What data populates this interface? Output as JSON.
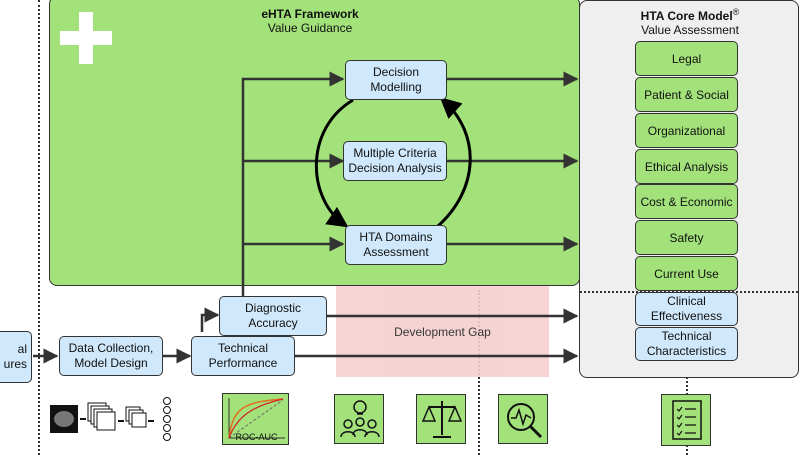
{
  "ehta": {
    "title": "eHTA Framework",
    "subtitle": "Value Guidance"
  },
  "core": {
    "title": "HTA Core Model",
    "reg": "®",
    "subtitle": "Value Assessment",
    "items": [
      "Legal",
      "Patient & Social",
      "Organizational",
      "Ethical Analysis",
      "Cost & Economic",
      "Safety",
      "Current Use"
    ],
    "lower_items": [
      {
        "line1": "Clinical",
        "line2": "Effectiveness"
      },
      {
        "line1": "Technical",
        "line2": "Characteristics"
      }
    ]
  },
  "center": {
    "decision_modelling": {
      "line1": "Decision",
      "line2": "Modelling"
    },
    "mcda": {
      "line1": "Multiple Criteria",
      "line2": "Decision Analysis"
    },
    "hta_domains": {
      "line1": "HTA Domains",
      "line2": "Assessment"
    }
  },
  "left_label": {
    "line1": "al",
    "line2": "ures"
  },
  "pipeline": {
    "data_collection": {
      "line1": "Data Collection,",
      "line2": "Model Design"
    },
    "technical_performance": {
      "line1": "Technical",
      "line2": "Performance"
    },
    "diagnostic_accuracy": {
      "line1": "Diagnostic",
      "line2": "Accuracy"
    }
  },
  "development_gap": "Development Gap",
  "roc_label": "ROC-AUC",
  "colors": {
    "green": "#a3e27a",
    "blue": "#cfe8fb",
    "gray": "#efefef",
    "gap": "#f5cfcf"
  }
}
